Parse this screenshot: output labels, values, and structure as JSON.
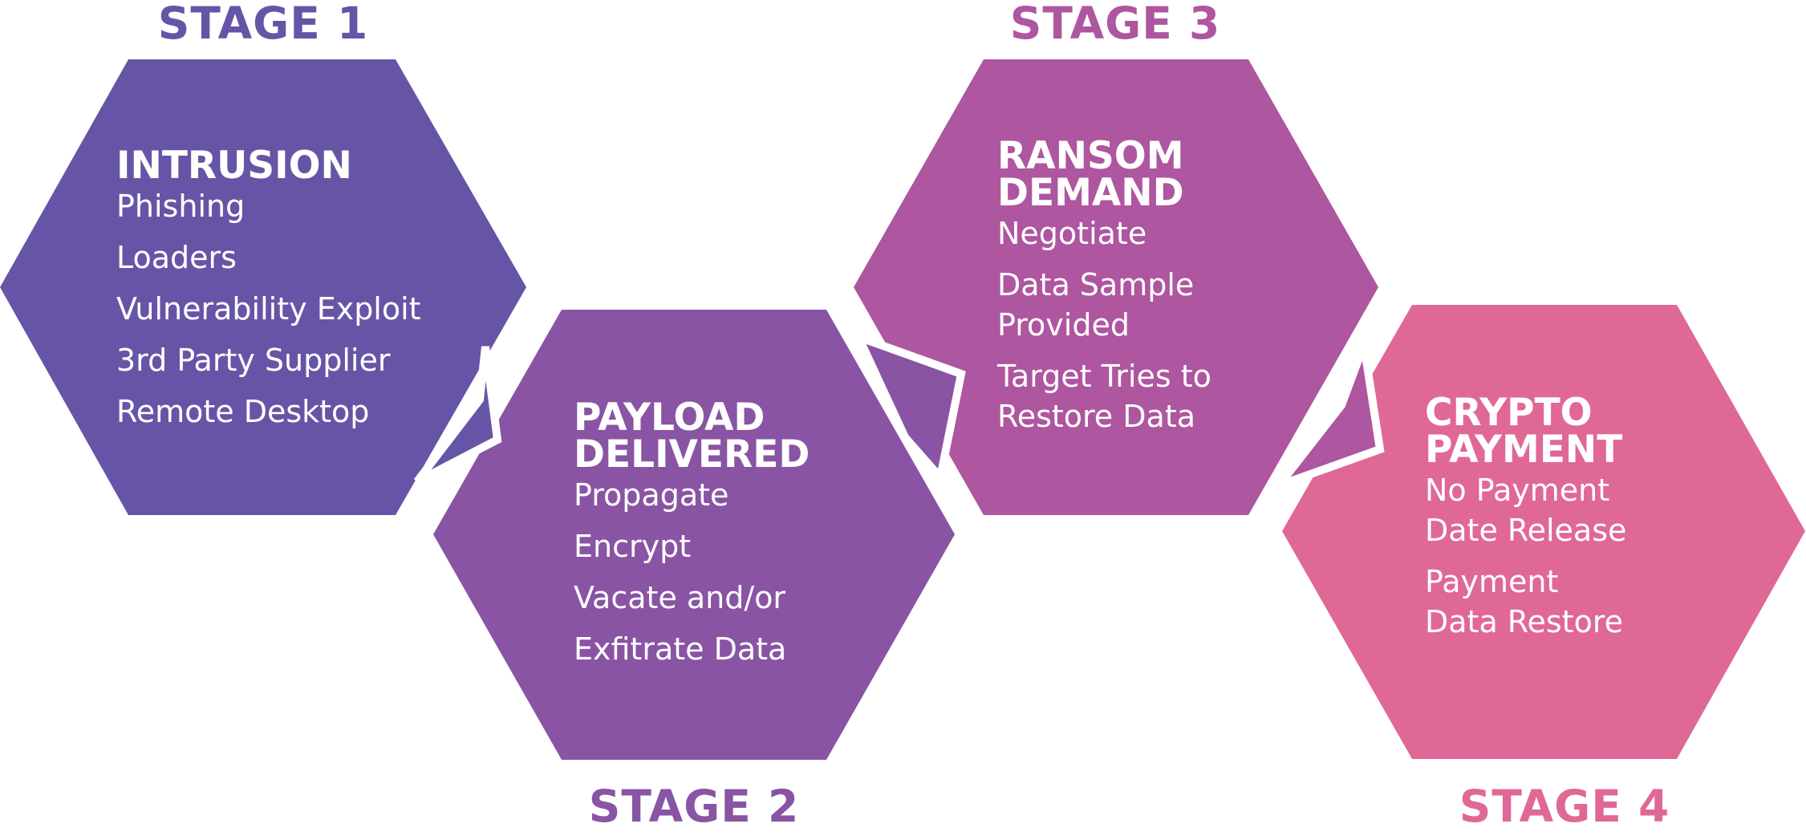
{
  "stages": [
    {
      "label": "STAGE 1",
      "title": "INTRUSION",
      "items": [
        "Phishing",
        "Loaders",
        "Vulnerability Exploit",
        "3rd Party Supplier",
        "Remote Desktop"
      ],
      "color": "#6655A6"
    },
    {
      "label": "STAGE 2",
      "title": "PAYLOAD\nDELIVERED",
      "items": [
        "Propagate",
        "Encrypt",
        "Vacate and/or",
        "Exfitrate Data"
      ],
      "color": "#8954A3"
    },
    {
      "label": "STAGE 3",
      "title": "RANSOM\nDEMAND",
      "items": [
        "Negotiate",
        "Data Sample\nProvided",
        "Target Tries to\nRestore Data"
      ],
      "color": "#AE569F"
    },
    {
      "label": "STAGE 4",
      "title": "CRYPTO\nPAYMENT",
      "items": [
        "No Payment\nDate Release",
        "Payment\nData Restore"
      ],
      "color": "#E06896"
    }
  ]
}
